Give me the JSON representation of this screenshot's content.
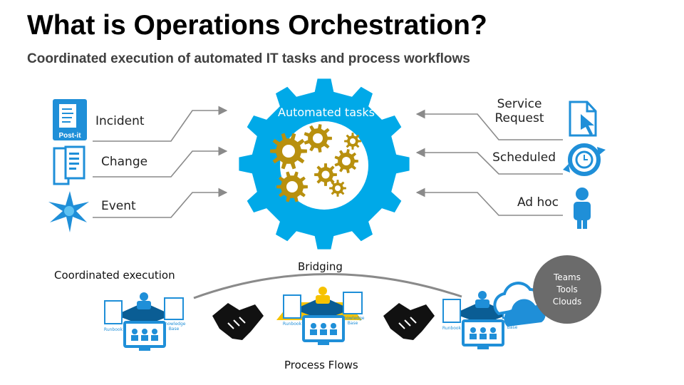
{
  "title": "What is Operations Orchestration?",
  "subtitle": "Coordinated execution of automated IT tasks and process workflows",
  "gear": {
    "label": "Automated tasks"
  },
  "inputs_left": [
    {
      "label": "Incident",
      "icon": "post-it-document-icon",
      "icon_text": "Post-it"
    },
    {
      "label": "Change",
      "icon": "change-forms-icon"
    },
    {
      "label": "Event",
      "icon": "starburst-event-icon"
    }
  ],
  "inputs_right": [
    {
      "label_line1": "Service",
      "label_line2": "Request",
      "icon": "touch-request-icon"
    },
    {
      "label": "Scheduled",
      "icon": "clock-schedule-icon"
    },
    {
      "label": "Ad hoc",
      "icon": "person-icon"
    }
  ],
  "bottom": {
    "coordinated_execution": "Coordinated execution",
    "bridging": "Bridging",
    "process_flows": "Process Flows",
    "runbook_label": "Runbook",
    "knowledge_label_line1": "Knowledge",
    "knowledge_label_line2": "Base",
    "circle": {
      "line1": "Teams",
      "line2": "Tools",
      "line3": "Clouds"
    }
  },
  "colors": {
    "gear_blue": "#00a9e8",
    "cog_gold": "#b8900e",
    "icon_blue": "#1f8fd8",
    "circle_gray": "#6b6b6b"
  }
}
